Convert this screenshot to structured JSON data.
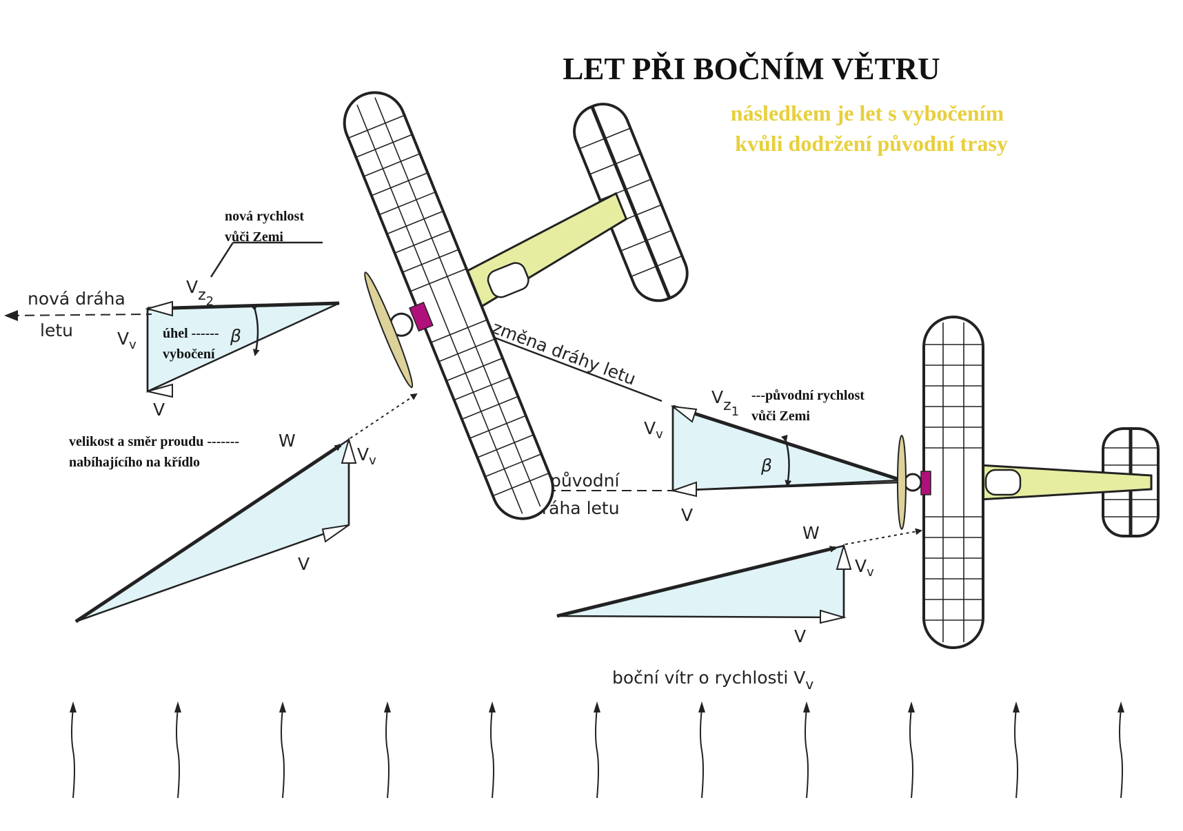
{
  "title": "LET PŘI BOČNÍM VĚTRU",
  "subtitle_line1": "následkem je let s vybočením",
  "subtitle_line2": "kvůli dodržení původní trasy",
  "colors": {
    "title": "#111111",
    "subtitle": "#e8cf3c",
    "vector_fill": "#e0f4f8",
    "fuselage": "#e6eda0",
    "accent": "#b0107a"
  },
  "labels": {
    "new_path_1": "nová dráha",
    "new_path_2": "letu",
    "vz2_main": "V",
    "vz2_sub": "z",
    "vz2_idx": "2",
    "vv": "V",
    "vv_sub": "v",
    "v": "V",
    "beta": "β",
    "w": "W",
    "change_path": "změna dráhy letu",
    "vz1_main": "V",
    "vz1_sub": "z",
    "vz1_idx": "1",
    "orig_path_1": "původní",
    "orig_path_2": "dráha letu",
    "crosswind": "boční vítr o rychlosti V",
    "crosswind_sub": "v"
  },
  "notes": {
    "new_speed_1": "nová rychlost",
    "new_speed_2": "vůči Zemi",
    "angle_1": "úhel ------",
    "angle_2": "vybočení",
    "flow_1": "velikost a směr proudu -------",
    "flow_2": "nabíhajícího na křídlo",
    "orig_speed_1": "---původní rychlost",
    "orig_speed_2": "vůči Zemi"
  },
  "icons": [
    "aircraft-top-view",
    "wind-arrow"
  ],
  "wind_arrow_count": 11
}
